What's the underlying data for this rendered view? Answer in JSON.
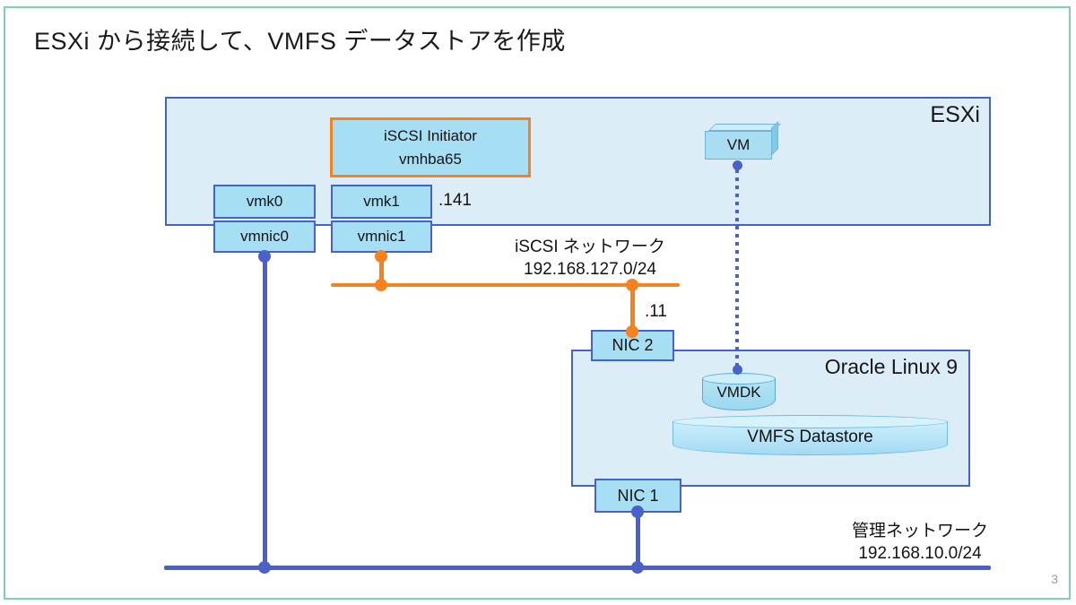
{
  "slide": {
    "title": "ESXi から接続して、VMFS データストアを作成",
    "page_number": "3"
  },
  "esxi_host": {
    "label": "ESXi",
    "iscsi_initiator": {
      "line1": "iSCSI Initiator",
      "line2": "vmhba65"
    },
    "vm_label": "VM",
    "adapters": {
      "vmk0": "vmk0",
      "vmk1": "vmk1",
      "vmnic0": "vmnic0",
      "vmnic1": "vmnic1"
    },
    "vmk1_ip_suffix": ".141"
  },
  "storage_server": {
    "label": "Oracle Linux 9",
    "nic2_label": "NIC 2",
    "nic1_label": "NIC 1",
    "nic2_ip_suffix": ".11",
    "vmdk_label": "VMDK",
    "datastore_label": "VMFS Datastore"
  },
  "networks": {
    "iscsi": {
      "name": "iSCSI ネットワーク",
      "cidr": "192.168.127.0/24",
      "color": "#f5821f"
    },
    "management": {
      "name": "管理ネットワーク",
      "cidr": "192.168.10.0/24",
      "color": "#4a62c8"
    }
  },
  "colors": {
    "host_fill": "#dcedf8",
    "node_fill": "#a6def3",
    "box_border_blue": "#4563c6",
    "initiator_border_orange": "#f5821f",
    "slide_border_teal": "#7dd0bf"
  }
}
